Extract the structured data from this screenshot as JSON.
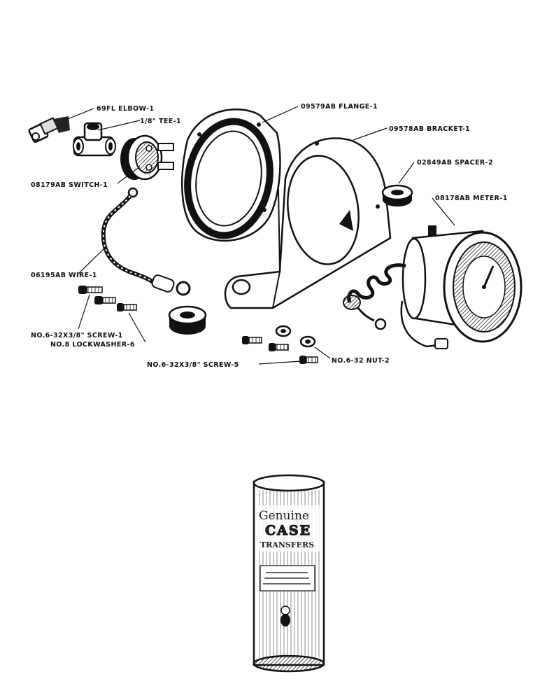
{
  "parts": {
    "elbow": "69FL ELBOW-1",
    "tee": "1/8\" TEE-1",
    "switch": "08179AB SWITCH-1",
    "flange": "09579AB FLANGE-1",
    "bracket": "09578AB BRACKET-1",
    "spacer": "02849AB SPACER-2",
    "meter": "08178AB METER-1",
    "wire": "06195AB WIRE-1",
    "screw_1": "NO.6-32X3/8\" SCREW-1",
    "lockwasher": "NO.8 LOCKWASHER-6",
    "screw_5": "NO.6-32X3/8\" SCREW-5",
    "nut": "NO.6-32 NUT-2"
  },
  "tube": {
    "brand_line1": "Genuine",
    "brand_line2": "CASE",
    "brand_line3": "TRANSFERS"
  }
}
